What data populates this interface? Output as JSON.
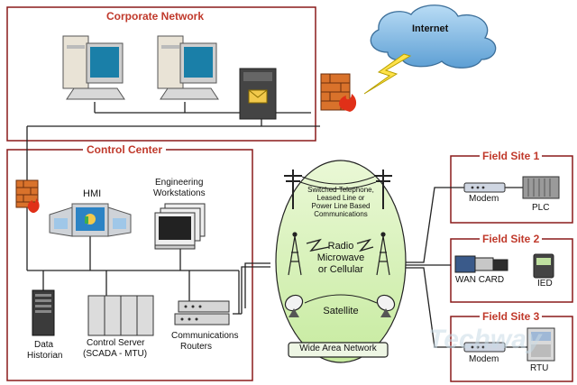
{
  "corporate": {
    "title": "Corporate Network"
  },
  "internet": {
    "label": "Internet"
  },
  "control_center": {
    "title": "Control Center",
    "hmi": "HMI",
    "engineering": [
      "Engineering",
      "Workstations"
    ],
    "historian": [
      "Data",
      "Historian"
    ],
    "control_server": [
      "Control Server",
      "(SCADA - MTU)"
    ],
    "routers": [
      "Communications",
      "Routers"
    ]
  },
  "wan": {
    "telephone": [
      "Switched Telephone,",
      "Leased Line or",
      "Power Line Based",
      "Communications"
    ],
    "radio": [
      "Radio",
      "Microwave",
      "or Cellular"
    ],
    "satellite": "Satellite",
    "label": "Wide Area Network"
  },
  "field1": {
    "title": "Field Site 1",
    "modem": "Modem",
    "plc": "PLC"
  },
  "field2": {
    "title": "Field Site 2",
    "wan_card": "WAN CARD",
    "ied": "IED"
  },
  "field3": {
    "title": "Field Site 3",
    "modem": "Modem",
    "rtu": "RTU"
  },
  "watermark": "Techway",
  "colors": {
    "frame": "#8a1a1a",
    "title": "#c0392b",
    "cloud": "#7fb6e0",
    "wan_fill": "#d8f0b8",
    "firewall": "#c9621f"
  }
}
